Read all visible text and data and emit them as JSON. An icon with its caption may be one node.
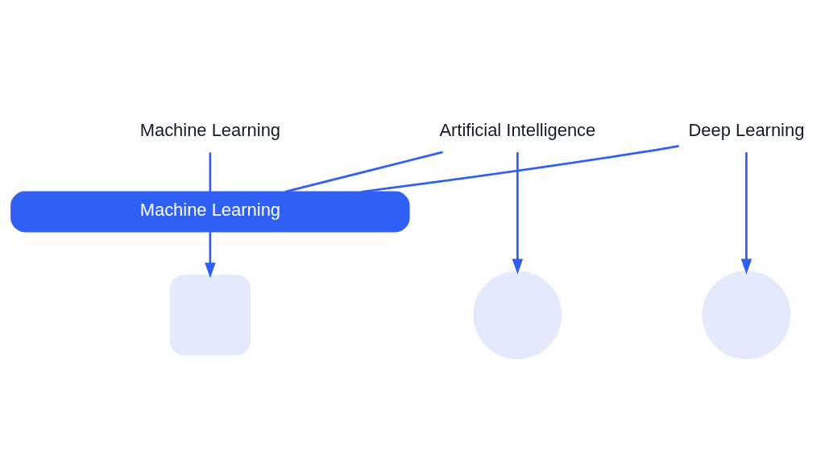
{
  "diagram": {
    "nodes": [
      {
        "text": [
          "Artificial Intelligence"
        ]
      },
      {
        "text": [
          "Machine Learning"
        ]
      },
      {
        "text": [
          "Deep Learning"
        ]
      },
      {
        "text": [
          "Machine Learning"
        ]
      },
      {
        "text": [],
        "shape": "circle"
      },
      {
        "text": [],
        "shape": "box"
      },
      {
        "text": [],
        "shape": "circle"
      }
    ],
    "edges": [
      {
        "from": 0,
        "to": 4,
        "arrow": "to"
      },
      {
        "from": 1,
        "to": 3,
        "arrow": "none"
      },
      {
        "from": 3,
        "to": 5,
        "arrow": "to"
      },
      {
        "from": 2,
        "to": 6,
        "arrow": "to"
      },
      {
        "from": 0,
        "to": 3,
        "arrow": "none"
      },
      {
        "from": 3,
        "to": 2,
        "arrow": "none"
      }
    ]
  }
}
